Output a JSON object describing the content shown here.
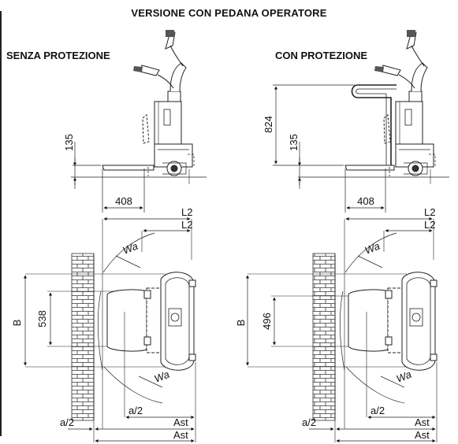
{
  "title": "VERSIONE CON PEDANA OPERATORE",
  "panels": [
    {
      "subtitle": "SENZA PROTEZIONE",
      "dims": {
        "h135": "135",
        "len408": "408",
        "l2_a": "L2",
        "l2_b": "L2",
        "wa_top": "Wa",
        "wa_bottom": "Wa",
        "b": "B",
        "width": "538",
        "a2_left": "a/2",
        "a2_right": "a/2",
        "ast_a": "Ast",
        "ast_b": "Ast"
      }
    },
    {
      "subtitle": "CON PROTEZIONE",
      "dims": {
        "h824": "824",
        "h135": "135",
        "len408": "408",
        "l2_a": "L2",
        "l2_b": "L2",
        "wa_top": "Wa",
        "wa_bottom": "Wa",
        "b": "B",
        "width": "496",
        "a2_left": "a/2",
        "a2_right": "a/2",
        "ast_a": "Ast",
        "ast_b": "Ast"
      }
    }
  ]
}
